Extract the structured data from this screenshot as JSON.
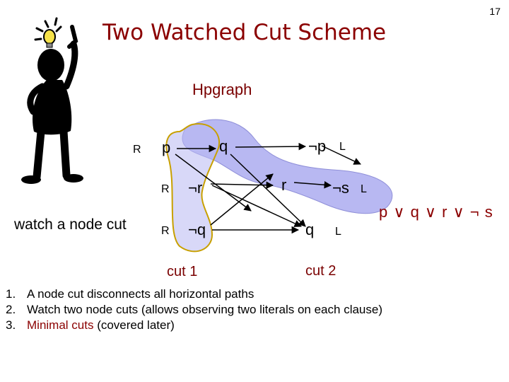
{
  "slide": {
    "page_number": "17",
    "title": "Two Watched Cut Scheme",
    "subtitle": "Hpgraph",
    "side_note": "watch a node cut",
    "clipart": "thinking-figure-lightbulb"
  },
  "graph": {
    "nodes": {
      "p": "p",
      "q": "q",
      "not_p": "¬p",
      "not_r": "¬r",
      "r": "r",
      "not_s": "¬s",
      "not_q": "¬q",
      "q2": "q"
    },
    "tags": {
      "R1": "R",
      "R2": "R",
      "R3": "R",
      "L1": "L",
      "L2": "L",
      "L3": "L"
    },
    "cut1_label": "cut 1",
    "cut2_label": "cut 2",
    "cut_fill_color": "#b8b8f2",
    "cut1_outline_color": "#c8a000"
  },
  "formula": "p ∨ q ∨ r ∨ ¬ s",
  "bullets": [
    {
      "num": "1.",
      "text": "A node cut disconnects all horizontal paths"
    },
    {
      "num": "2.",
      "text": "Watch two node cuts (allows observing two literals on each clause)"
    },
    {
      "num": "3.",
      "keyword": "Minimal cuts",
      "rest": " (covered later)"
    }
  ]
}
